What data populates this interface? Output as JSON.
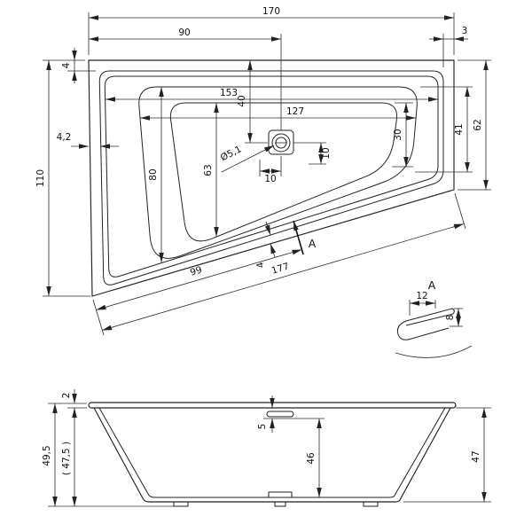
{
  "drawing": {
    "plan": {
      "length_total": "170",
      "length_to_drain": "90",
      "rim_right": "3",
      "rim_top": "4",
      "width_left": "110",
      "wall_left": "4,2",
      "drain_from_top": "40",
      "inner_length_top": "153",
      "inner_length_bottom": "127",
      "basin_right": "30",
      "inner_right": "41",
      "width_right": "62",
      "basin_width_left": "80",
      "basin_floor_width": "63",
      "drain_diameter": "Ø5,1",
      "drain_offset_v": "10",
      "drain_offset_h": "10",
      "rim_slant": "4",
      "slant_to_section": "99",
      "slant_total": "177",
      "section_label": "A"
    },
    "detail": {
      "label": "A",
      "width": "12",
      "height": "8"
    },
    "side": {
      "rim_thickness": "2",
      "height_total": "49,5",
      "height_body": "( 47,5 )",
      "overflow_offset": "5",
      "depth_inner": "46",
      "depth_outer": "47"
    }
  }
}
